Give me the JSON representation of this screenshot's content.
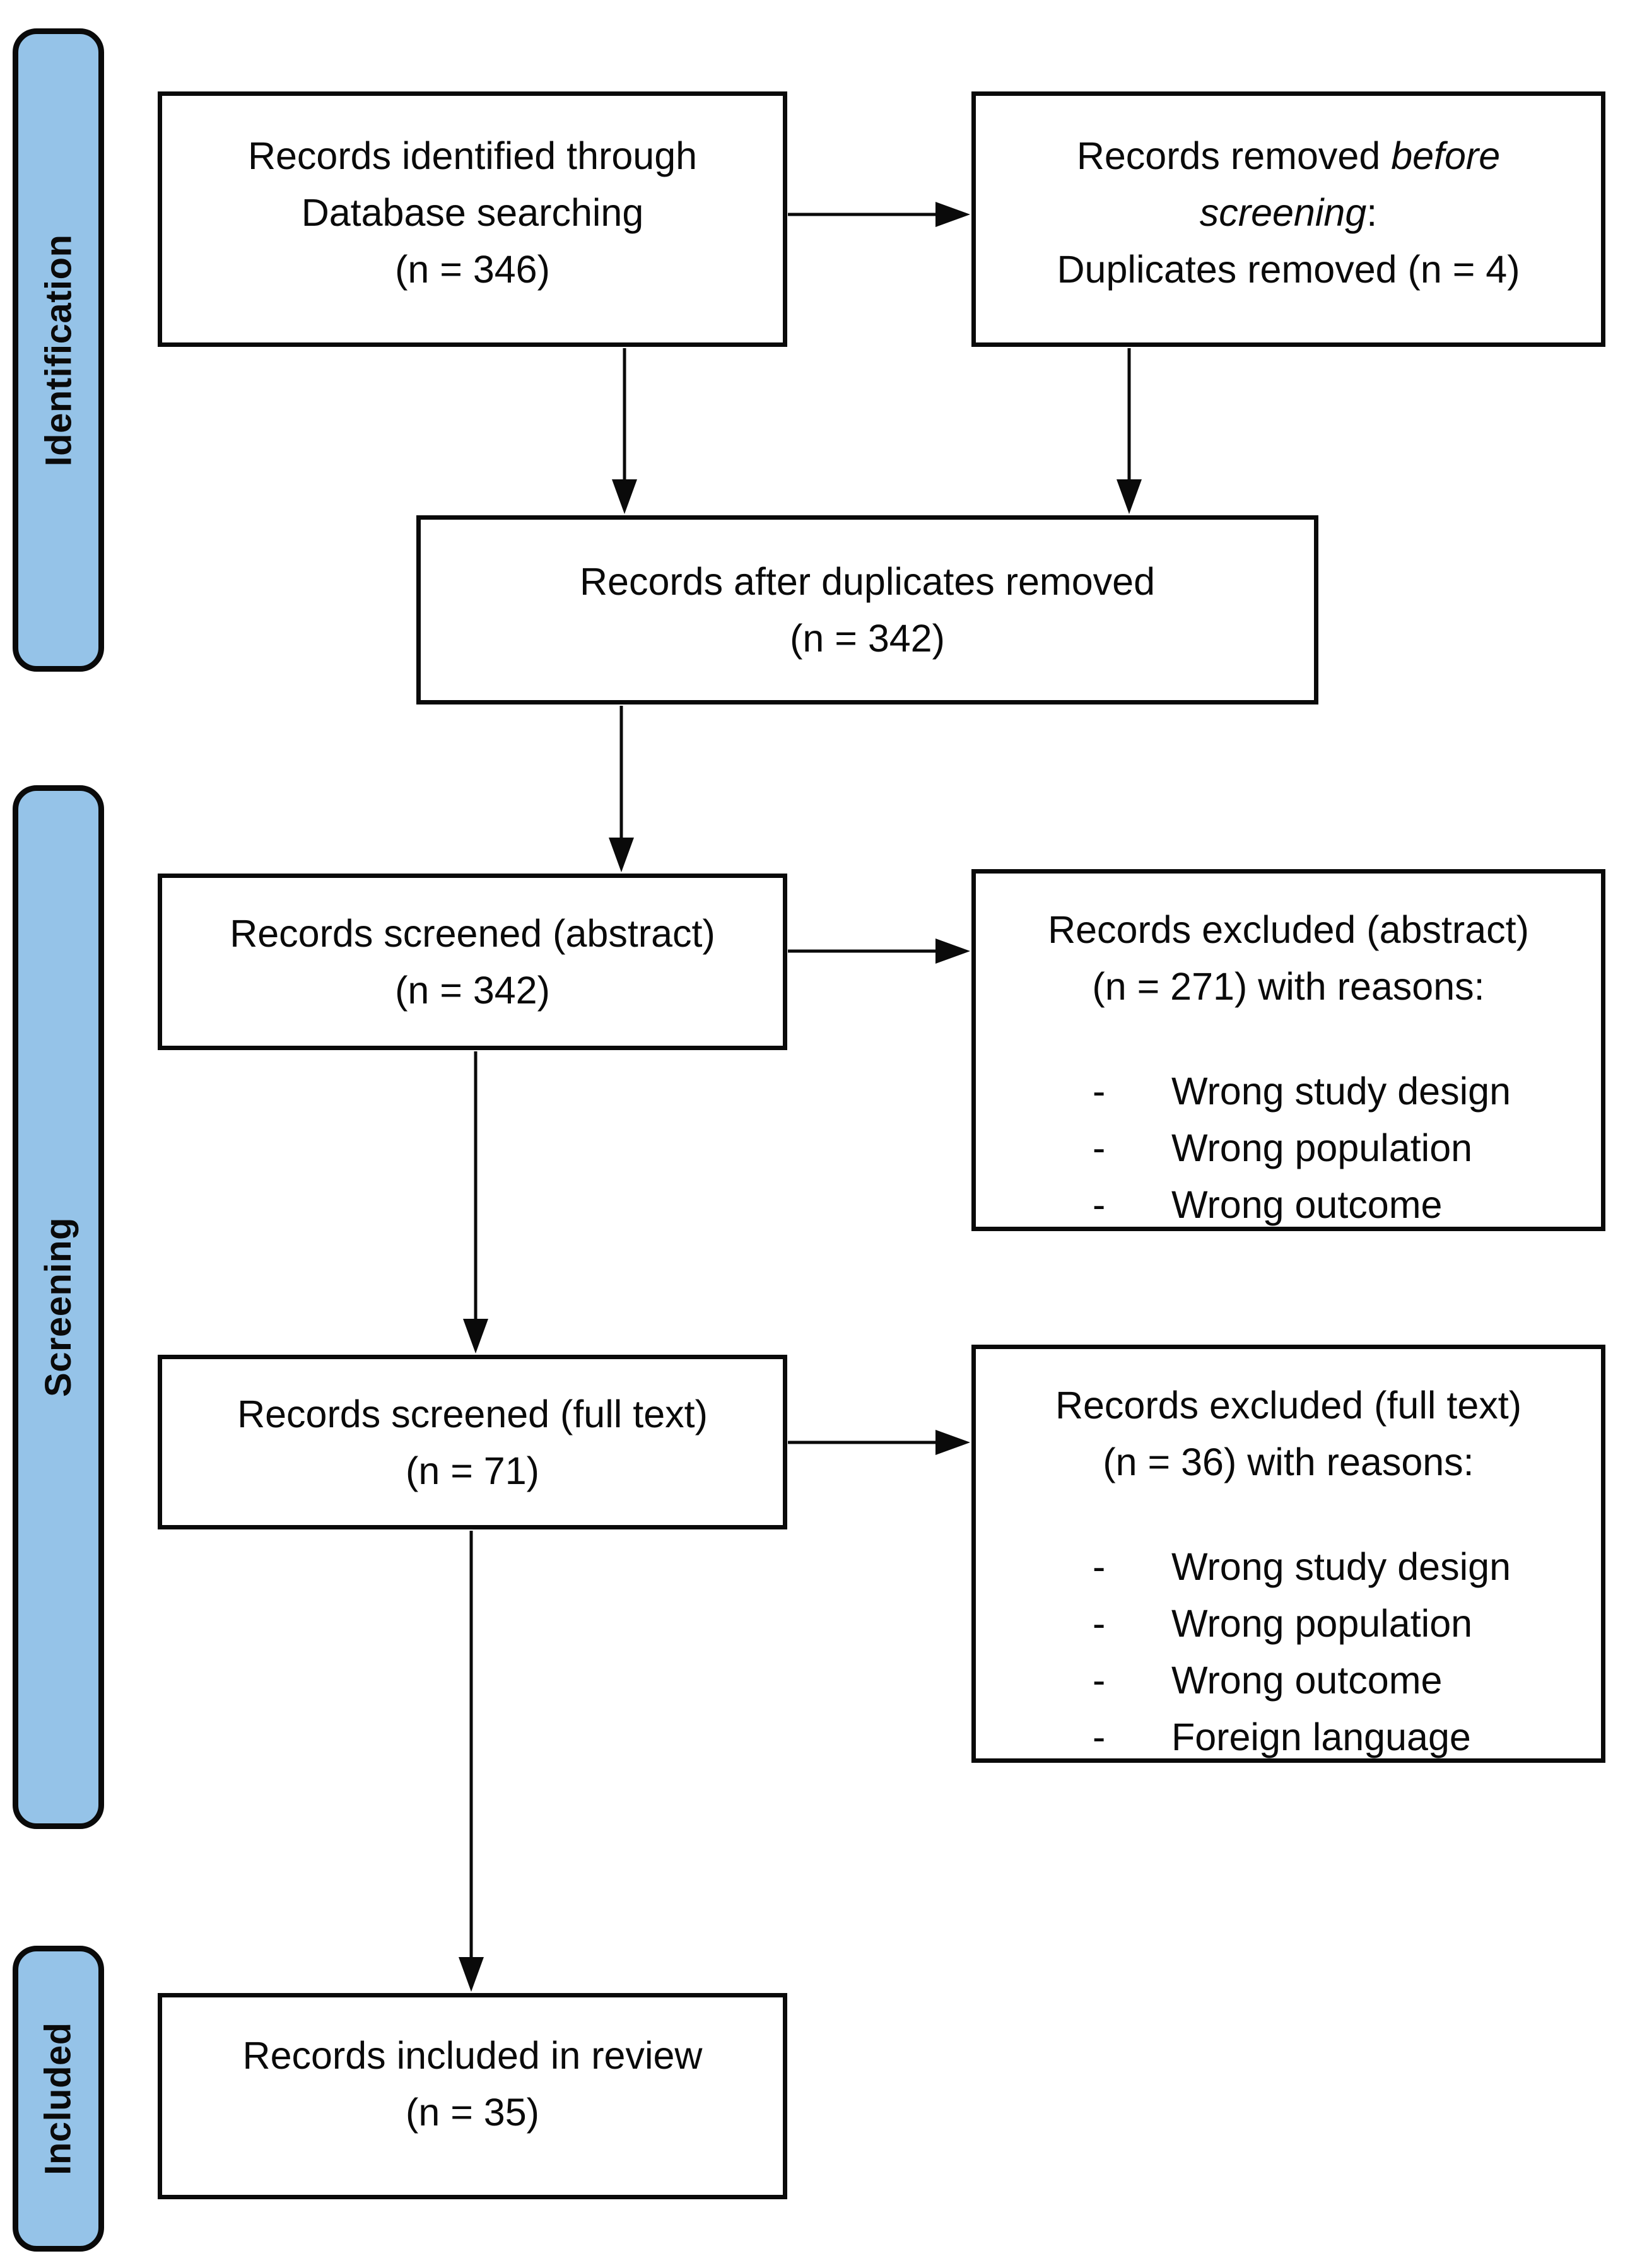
{
  "title": "PRISMA flow diagram",
  "colors": {
    "background": "#FFFFFF",
    "stage_fill": "#95C3E8",
    "stage_border": "#000000",
    "box_fill": "#FFFFFF",
    "box_border": "#000000",
    "arrow": "#000000",
    "text": "#000000"
  },
  "stages": [
    {
      "label": "Identification"
    },
    {
      "label": "Screening"
    },
    {
      "label": "Included"
    }
  ],
  "boxes": {
    "identified": {
      "lines": [
        "Records identified through",
        "Database searching",
        "(n = 346)"
      ]
    },
    "removed_before_screening": {
      "line1_normal": "Records removed ",
      "line1_italic": "before",
      "line2_italic": "screening",
      "line2_suffix": ":",
      "line3": "Duplicates removed (n = 4)"
    },
    "after_duplicates": {
      "lines": [
        "Records after duplicates removed",
        "(n = 342)"
      ]
    },
    "screened_abstract": {
      "lines": [
        "Records screened (abstract)",
        "(n = 342)"
      ]
    },
    "excluded_abstract": {
      "line1": "Records excluded (abstract)",
      "line2": "(n = 271) with reasons:",
      "bullet_char": "-",
      "reasons": [
        "Wrong study design",
        "Wrong population",
        "Wrong outcome"
      ]
    },
    "screened_fulltext": {
      "lines": [
        "Records screened (full text)",
        "(n = 71)"
      ]
    },
    "excluded_fulltext": {
      "line1": "Records excluded (full text)",
      "line2": "(n = 36) with reasons:",
      "bullet_char": "-",
      "reasons": [
        "Wrong study design",
        "Wrong population",
        "Wrong outcome",
        "Foreign language"
      ]
    },
    "included_review": {
      "lines": [
        "Records included in review",
        "(n = 35)"
      ]
    }
  }
}
